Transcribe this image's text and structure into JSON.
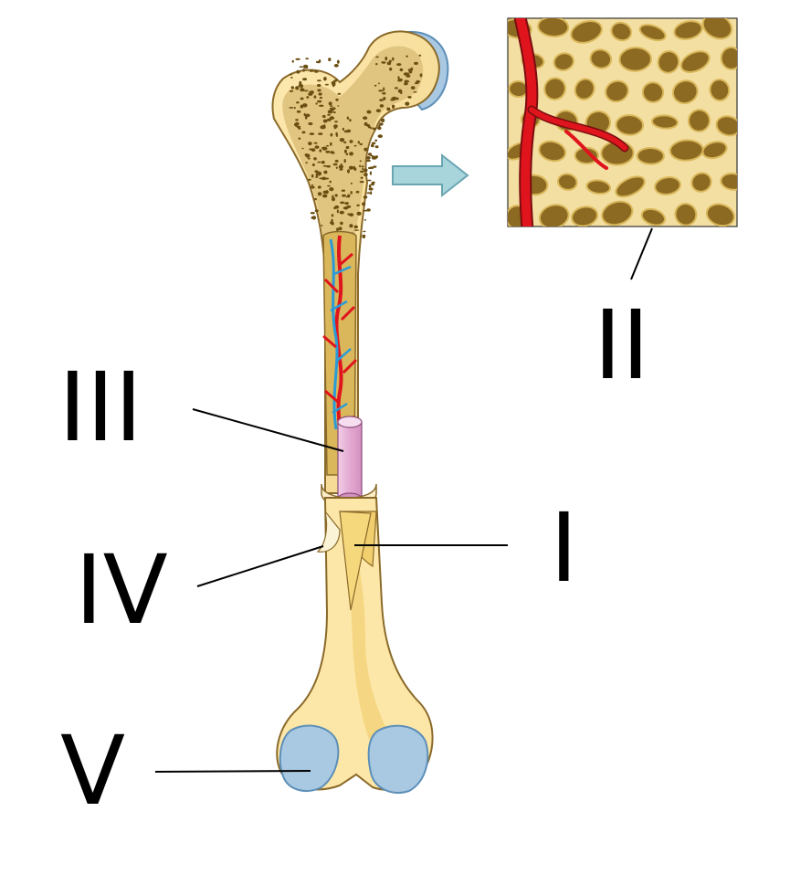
{
  "labels": {
    "I": "I",
    "II": "II",
    "III": "III",
    "IV": "IV",
    "V": "V"
  },
  "colors": {
    "bone": "#fde7a8",
    "bone_outline": "#8a6a2a",
    "spongy": "#c9a24a",
    "pores": "#6b4e12",
    "cartilage": "#a9c8e2",
    "cartilage_edge": "#5c8fb8",
    "marrow_cavity": "#d9b75a",
    "artery": "#e0141c",
    "vein": "#2a9bd8",
    "marrow_cylinder": "#e5b2d6",
    "arrow": "#a8d4dc",
    "arrow_edge": "#6aa6b2",
    "leader": "#000000"
  },
  "icons": {
    "femur": "long-bone-femur",
    "inset": "spongy-bone-magnified",
    "arrow": "right-arrow-icon"
  }
}
